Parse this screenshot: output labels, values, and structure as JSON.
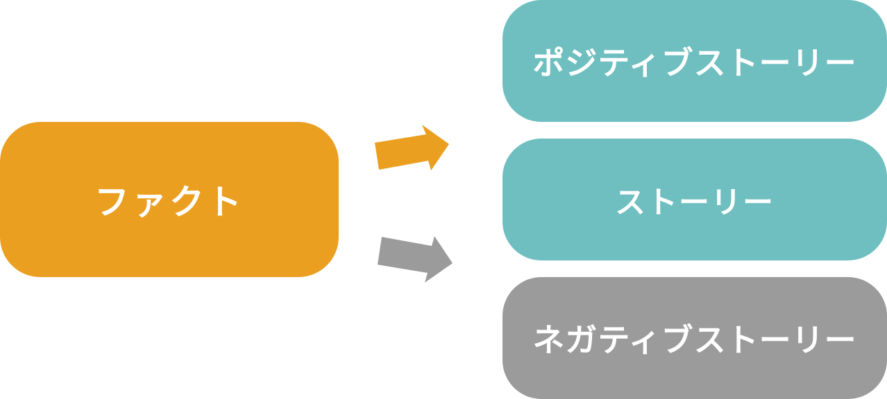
{
  "colors": {
    "fact": "#EA9F20",
    "story": "#6FBFC0",
    "negative": "#9B9B9B",
    "text": "#FFFFFF"
  },
  "fact": {
    "label": "ファクト"
  },
  "outcomes": {
    "positive": {
      "label": "ポジティブストーリー"
    },
    "story": {
      "label": "ストーリー"
    },
    "negative": {
      "label": "ネガティブストーリー"
    }
  },
  "arrows": {
    "upper": {
      "from": "fact",
      "to": "positive",
      "color": "#EA9F20"
    },
    "lower": {
      "from": "fact",
      "to": "negative",
      "color": "#9B9B9B"
    }
  }
}
